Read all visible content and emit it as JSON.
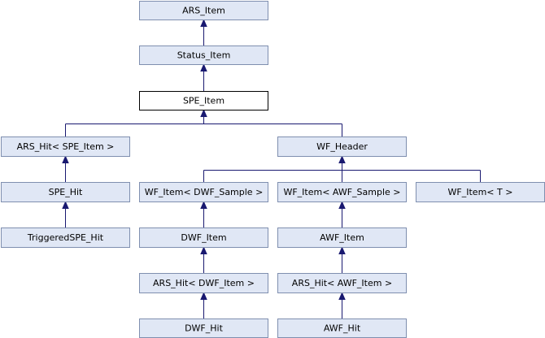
{
  "nodes": [
    {
      "id": "ars_item",
      "name": "node-ars-item",
      "label": "ARS_Item",
      "current": false
    },
    {
      "id": "status_item",
      "name": "node-status-item",
      "label": "Status_Item",
      "current": false
    },
    {
      "id": "spe_item",
      "name": "node-spe-item",
      "label": "SPE_Item",
      "current": true
    },
    {
      "id": "ars_hit_spe",
      "name": "node-ars-hit-spe-item",
      "label": "ARS_Hit< SPE_Item >",
      "current": false
    },
    {
      "id": "wf_header",
      "name": "node-wf-header",
      "label": "WF_Header",
      "current": false
    },
    {
      "id": "spe_hit",
      "name": "node-spe-hit",
      "label": "SPE_Hit",
      "current": false
    },
    {
      "id": "wf_item_dwf_sample",
      "name": "node-wf-item-dwf-sample",
      "label": "WF_Item< DWF_Sample >",
      "current": false
    },
    {
      "id": "wf_item_awf_sample",
      "name": "node-wf-item-awf-sample",
      "label": "WF_Item< AWF_Sample >",
      "current": false
    },
    {
      "id": "wf_item_t",
      "name": "node-wf-item-t",
      "label": "WF_Item< T >",
      "current": false
    },
    {
      "id": "triggered_spe_hit",
      "name": "node-triggered-spe-hit",
      "label": "TriggeredSPE_Hit",
      "current": false
    },
    {
      "id": "dwf_item",
      "name": "node-dwf-item",
      "label": "DWF_Item",
      "current": false
    },
    {
      "id": "awf_item",
      "name": "node-awf-item",
      "label": "AWF_Item",
      "current": false
    },
    {
      "id": "ars_hit_dwf",
      "name": "node-ars-hit-dwf-item",
      "label": "ARS_Hit< DWF_Item >",
      "current": false
    },
    {
      "id": "ars_hit_awf",
      "name": "node-ars-hit-awf-item",
      "label": "ARS_Hit< AWF_Item >",
      "current": false
    },
    {
      "id": "dwf_hit",
      "name": "node-dwf-hit",
      "label": "DWF_Hit",
      "current": false
    },
    {
      "id": "awf_hit",
      "name": "node-awf-hit",
      "label": "AWF_Hit",
      "current": false
    }
  ],
  "edges": [
    {
      "child": "status_item",
      "parent": "ars_item"
    },
    {
      "child": "spe_item",
      "parent": "status_item"
    },
    {
      "child": "ars_hit_spe",
      "parent": "spe_item"
    },
    {
      "child": "wf_header",
      "parent": "spe_item"
    },
    {
      "child": "spe_hit",
      "parent": "ars_hit_spe"
    },
    {
      "child": "triggered_spe_hit",
      "parent": "spe_hit"
    },
    {
      "child": "wf_item_dwf_sample",
      "parent": "wf_header"
    },
    {
      "child": "wf_item_awf_sample",
      "parent": "wf_header"
    },
    {
      "child": "wf_item_t",
      "parent": "wf_header"
    },
    {
      "child": "dwf_item",
      "parent": "wf_item_dwf_sample"
    },
    {
      "child": "awf_item",
      "parent": "wf_item_awf_sample"
    },
    {
      "child": "ars_hit_dwf",
      "parent": "dwf_item"
    },
    {
      "child": "ars_hit_awf",
      "parent": "awf_item"
    },
    {
      "child": "dwf_hit",
      "parent": "ars_hit_dwf"
    },
    {
      "child": "awf_hit",
      "parent": "ars_hit_awf"
    }
  ],
  "colors": {
    "node_fill": "#e0e7f5",
    "node_border": "#7f8faf",
    "current_fill": "#ffffff",
    "current_border": "#000000",
    "edge": "#191970"
  }
}
